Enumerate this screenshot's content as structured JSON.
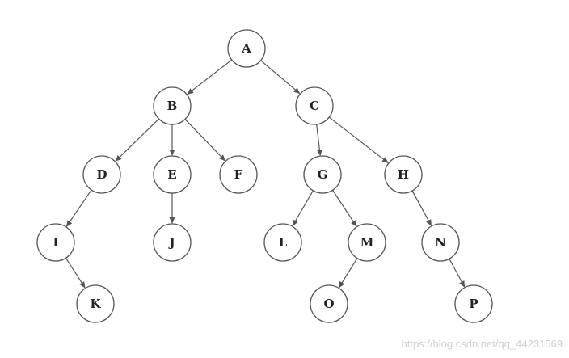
{
  "diagram": {
    "nodes": [
      {
        "id": "A",
        "label": "A"
      },
      {
        "id": "B",
        "label": "B"
      },
      {
        "id": "C",
        "label": "C"
      },
      {
        "id": "D",
        "label": "D"
      },
      {
        "id": "E",
        "label": "E"
      },
      {
        "id": "F",
        "label": "F"
      },
      {
        "id": "G",
        "label": "G"
      },
      {
        "id": "H",
        "label": "H"
      },
      {
        "id": "I",
        "label": "I"
      },
      {
        "id": "J",
        "label": "J"
      },
      {
        "id": "L",
        "label": "L"
      },
      {
        "id": "M",
        "label": "M"
      },
      {
        "id": "N",
        "label": "N"
      },
      {
        "id": "K",
        "label": "K"
      },
      {
        "id": "O",
        "label": "O"
      },
      {
        "id": "P",
        "label": "P"
      }
    ],
    "edges": [
      {
        "from": "A",
        "to": "B"
      },
      {
        "from": "A",
        "to": "C"
      },
      {
        "from": "B",
        "to": "D"
      },
      {
        "from": "B",
        "to": "E"
      },
      {
        "from": "B",
        "to": "F"
      },
      {
        "from": "C",
        "to": "G"
      },
      {
        "from": "C",
        "to": "H"
      },
      {
        "from": "D",
        "to": "I"
      },
      {
        "from": "E",
        "to": "J"
      },
      {
        "from": "G",
        "to": "L"
      },
      {
        "from": "G",
        "to": "M"
      },
      {
        "from": "H",
        "to": "N"
      },
      {
        "from": "I",
        "to": "K"
      },
      {
        "from": "M",
        "to": "O"
      },
      {
        "from": "N",
        "to": "P"
      }
    ],
    "colors": {
      "stroke": "#555555",
      "fill": "#ffffff",
      "text": "#222222"
    }
  },
  "watermark": "https://blog.csdn.net/qq_44231569"
}
